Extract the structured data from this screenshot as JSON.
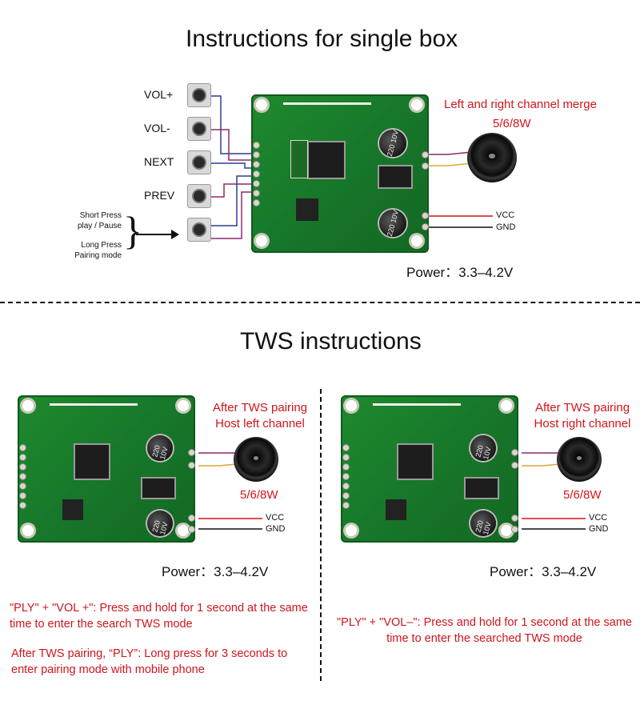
{
  "top": {
    "title": "Instructions for single box",
    "buttons": [
      "VOL+",
      "VOL-",
      "NEXT",
      "PREV"
    ],
    "play_note": {
      "short_press": "Short Press",
      "play_pause": "play / Pause",
      "long_press": "Long Press",
      "pairing_mode": "Pairing mode"
    },
    "merge_label": "Left and right channel merge",
    "speaker_power": "5/6/8W",
    "vcc": "VCC",
    "gnd": "GND",
    "power": "Power：3.3–4.2V",
    "cap_text": "220 10V"
  },
  "tws": {
    "title": "TWS instructions",
    "left": {
      "heading_1": "After TWS pairing",
      "heading_2": "Host left channel",
      "speaker_power": "5/6/8W",
      "vcc": "VCC",
      "gnd": "GND",
      "power": "Power：3.3–4.2V",
      "note_1": "\"PLY\" + \"VOL +\": Press and hold for 1 second at the same time to enter the search TWS mode",
      "note_2": "After TWS pairing, “PLY”: Long press for 3 seconds to enter pairing mode with mobile phone"
    },
    "right": {
      "heading_1": "After TWS pairing",
      "heading_2": "Host right channel",
      "speaker_power": "5/6/8W",
      "vcc": "VCC",
      "gnd": "GND",
      "power": "Power：3.3–4.2V",
      "note_1": "\"PLY\" + \"VOL–\": Press and hold for 1 second at the same time to enter the searched TWS mode"
    }
  },
  "colors": {
    "accent_red": "#d0151c",
    "wire_blue": "#2c3e8f",
    "wire_purple": "#8b2a6b",
    "wire_gold": "#d9a93a",
    "pcb_green": "#1f8a2e"
  }
}
